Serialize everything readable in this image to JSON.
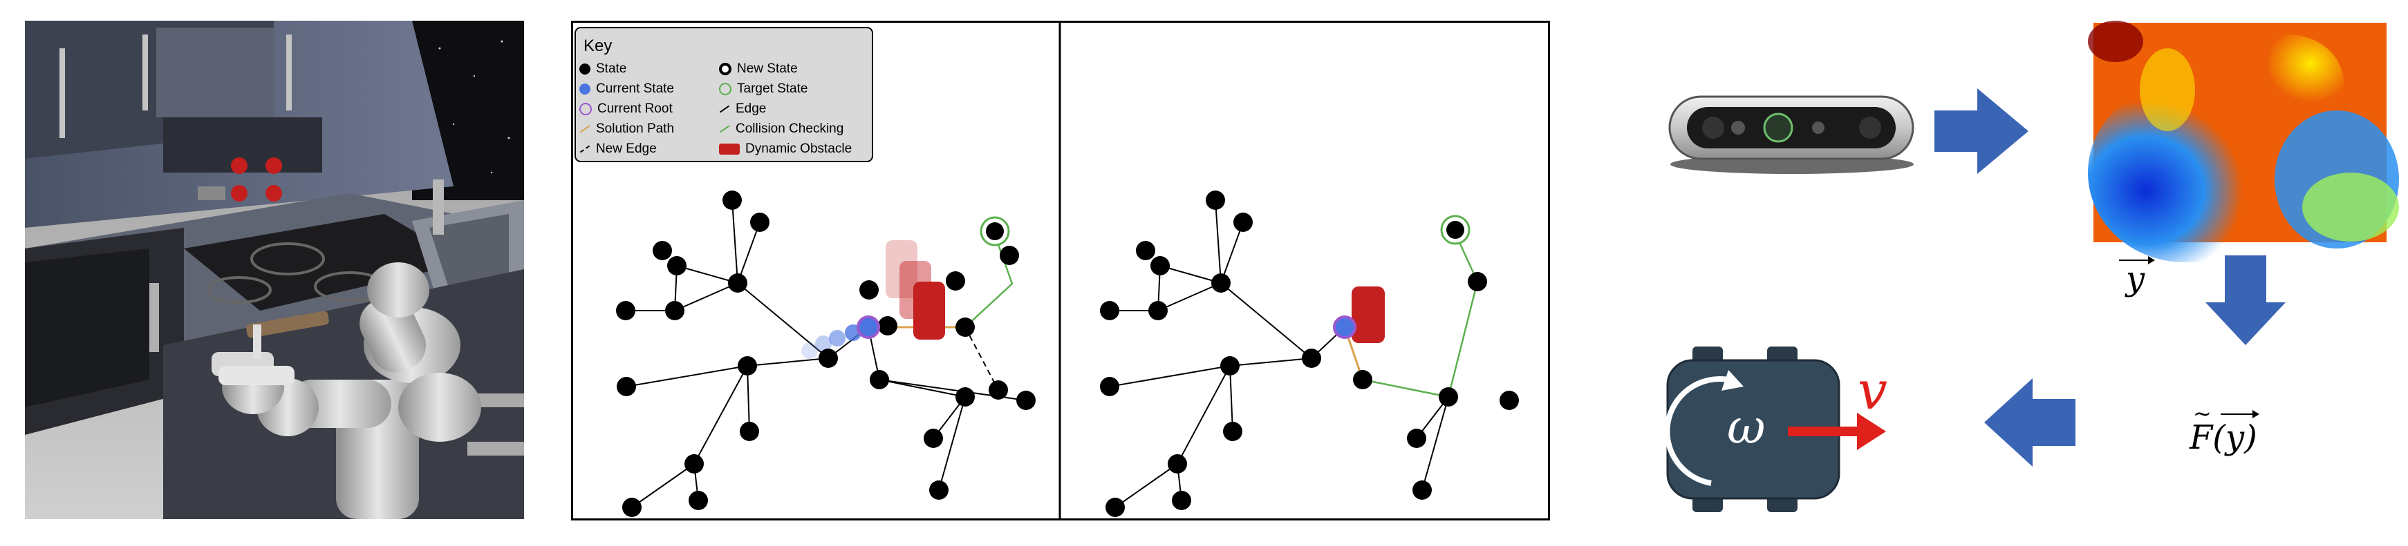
{
  "key": {
    "title": "Key",
    "items": [
      {
        "label": "State",
        "symbol": "state"
      },
      {
        "label": "New State",
        "symbol": "new-state"
      },
      {
        "label": "Current State",
        "symbol": "current-state"
      },
      {
        "label": "Target State",
        "symbol": "target-state"
      },
      {
        "label": "Current Root",
        "symbol": "current-root"
      },
      {
        "label": "Edge",
        "symbol": "edge"
      },
      {
        "label": "Solution Path",
        "symbol": "solution-path"
      },
      {
        "label": "Collision Checking",
        "symbol": "collision-checking"
      },
      {
        "label": "New Edge",
        "symbol": "new-edge"
      },
      {
        "label": "Dynamic Obstacle",
        "symbol": "dynamic-obstacle"
      }
    ]
  },
  "pipeline": {
    "y_label": "y",
    "function_label": "F(y)",
    "velocity_label": "v",
    "omega_label": "ω"
  },
  "colors": {
    "state": "#000000",
    "current_state": "#4a74e0",
    "current_root": "#9b59d0",
    "target_state": "#55b04a",
    "obstacle": "#c42020",
    "arrow": "#3a64b4",
    "robot_body": "#34495a",
    "velocity_arrow": "#e0201a"
  }
}
